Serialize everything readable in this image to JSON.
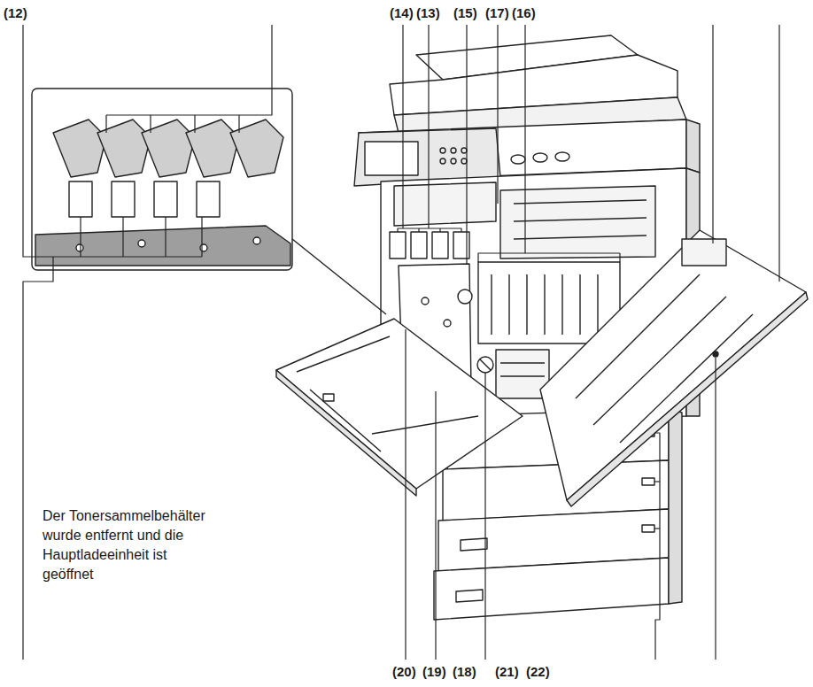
{
  "diagram": {
    "labels": [
      "(12)",
      "(14)",
      "(13)",
      "(15)",
      "(17)",
      "(16)",
      "Der Tonersammelbehälter wurde entfernt und die Hauptladeeinheit ist geöffnet",
      "(20)",
      "(19)",
      "(18)",
      "(21)",
      "(22)"
    ]
  }
}
